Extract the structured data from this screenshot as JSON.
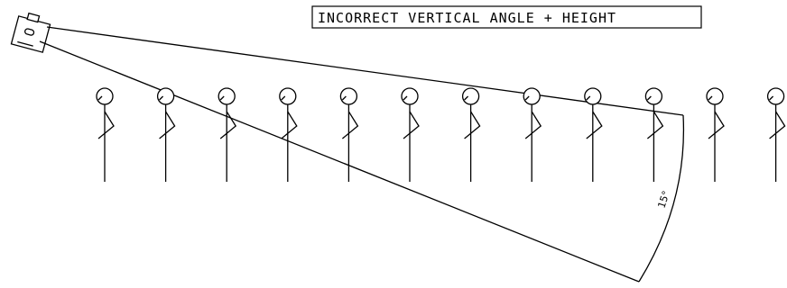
{
  "title": "INCORRECT VERTICAL ANGLE + HEIGHT",
  "angle_label": "15°",
  "figure_count": 12
}
